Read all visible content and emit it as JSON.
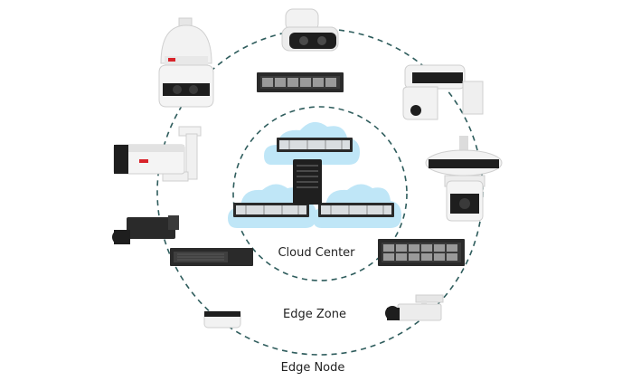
{
  "labels": {
    "cloud_center": "Cloud Center",
    "edge_zone": "Edge Zone",
    "edge_node": "Edge Node"
  },
  "colors": {
    "ring_stroke": "#2f5d5d",
    "cloud_fill": "#bfe6f7",
    "server_dark": "#2a2a2a",
    "server_silver": "#d9dde0",
    "camera_white": "#f2f2f2",
    "camera_black": "#1e1e1e",
    "brand_red": "#d8232a"
  },
  "icons": [
    "ptz-dome-camera-icon",
    "dual-lens-camera-icon",
    "rack-server-icon",
    "panoramic-camera-icon",
    "bullet-camera-icon",
    "multi-sensor-ptz-icon",
    "box-camera-icon",
    "nvr-recorder-icon",
    "storage-array-icon",
    "compact-box-camera-icon",
    "mini-bullet-camera-icon",
    "cloud-server-icon",
    "tower-server-icon"
  ]
}
